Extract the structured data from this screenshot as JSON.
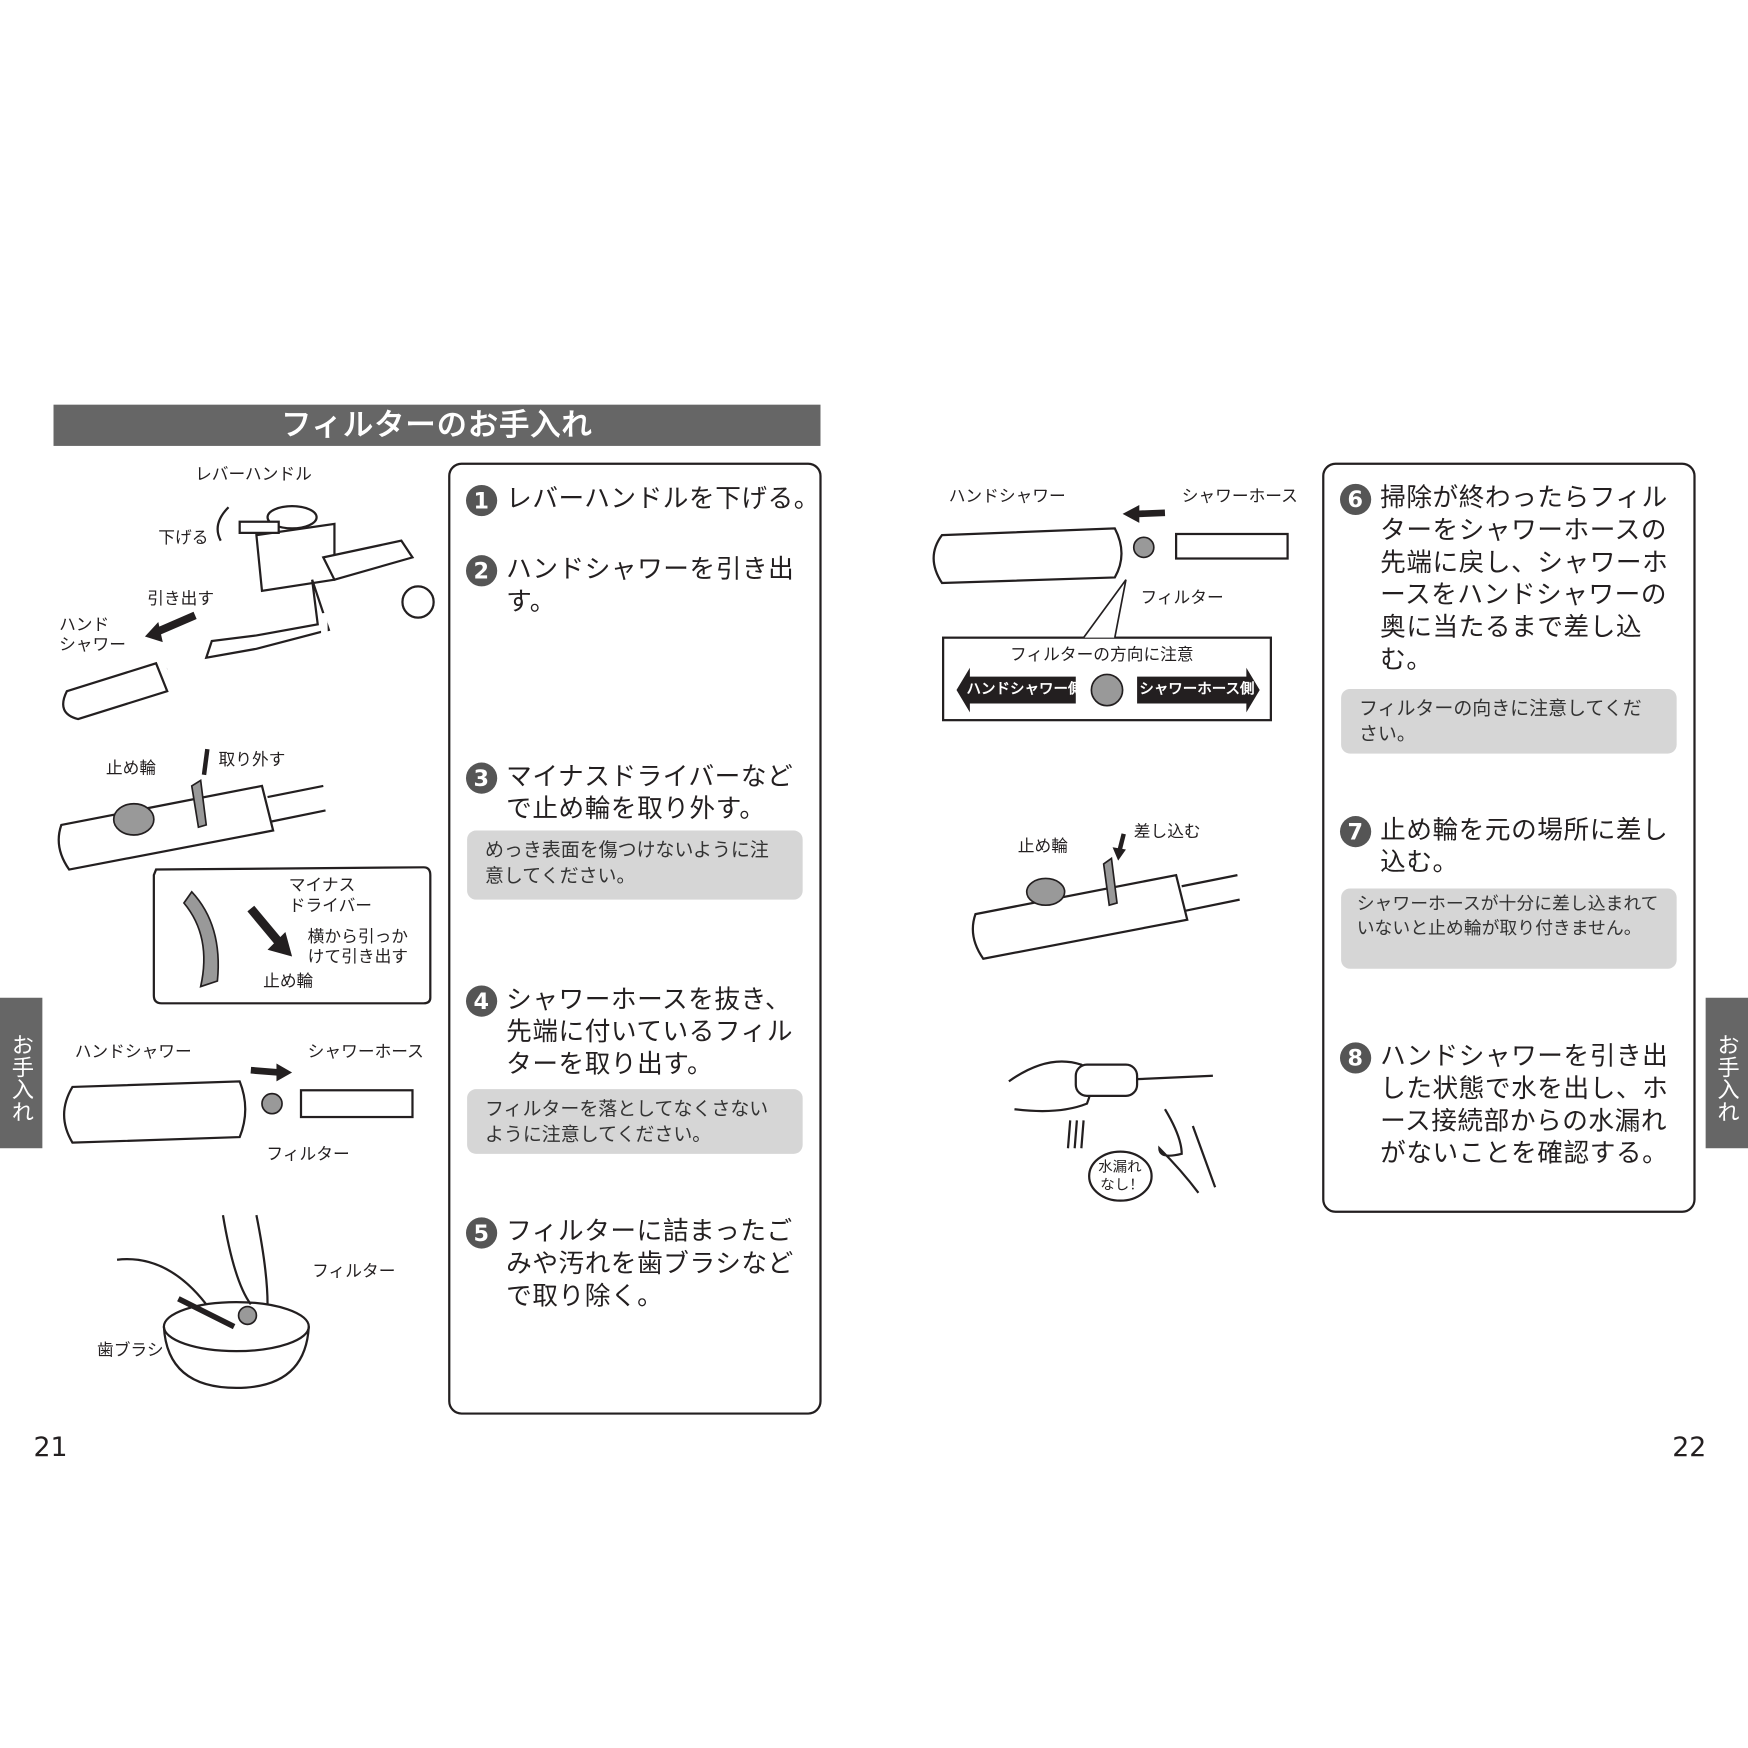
{
  "header": {
    "title": "フィルターのお手入れ"
  },
  "side_tab": "お手入れ",
  "pages": {
    "left": "21",
    "right": "22"
  },
  "steps": [
    {
      "num": "1",
      "text": "レバーハンドルを下げる。"
    },
    {
      "num": "2",
      "text": "ハンドシャワーを引き出す。"
    },
    {
      "num": "3",
      "text": "マイナスドライバーなどで止め輪を取り外す。",
      "note": "めっき表面を傷つけないように注意してください。"
    },
    {
      "num": "4",
      "text": "シャワーホースを抜き、先端に付いているフィルターを取り出す。",
      "note": "フィルターを落としてなくさないように注意してください。"
    },
    {
      "num": "5",
      "text": "フィルターに詰まったごみや汚れを歯ブラシなどで取り除く。"
    },
    {
      "num": "6",
      "text": "掃除が終わったらフィルターをシャワーホースの先端に戻し、シャワーホースをハンドシャワーの奥に当たるまで差し込む。",
      "note": "フィルターの向きに注意してください。"
    },
    {
      "num": "7",
      "text": "止め輪を元の場所に差し込む。",
      "note": "シャワーホースが十分に差し込まれていないと止め輪が取り付きません。"
    },
    {
      "num": "8",
      "text": "ハンドシャワーを引き出した状態で水を出し、ホース接続部からの水漏れがないことを確認する。"
    }
  ],
  "figures": {
    "fig1": {
      "lever": "レバーハンドル",
      "lower": "下げる",
      "pull": "引き出す",
      "hand1": "ハンド",
      "hand2": "シャワー"
    },
    "fig2": {
      "ring": "止め輪",
      "remove": "取り外す",
      "driver1": "マイナス",
      "driver2": "ドライバー",
      "hook1": "横から引っか",
      "hook2": "けて引き出す",
      "ring2": "止め輪"
    },
    "fig3": {
      "hand": "ハンドシャワー",
      "hose": "シャワーホース",
      "filter": "フィルター"
    },
    "fig4": {
      "filter": "フィルター",
      "brush": "歯ブラシ"
    },
    "fig5": {
      "hand": "ハンドシャワー",
      "hose": "シャワーホース",
      "filter": "フィルター",
      "caution": "フィルターの方向に注意",
      "left_side": "ハンドシャワー側",
      "right_side": "シャワーホース側"
    },
    "fig6": {
      "ring": "止め輪",
      "insert": "差し込む"
    },
    "fig7": {
      "bubble1": "水漏れ",
      "bubble2": "なし！"
    }
  }
}
